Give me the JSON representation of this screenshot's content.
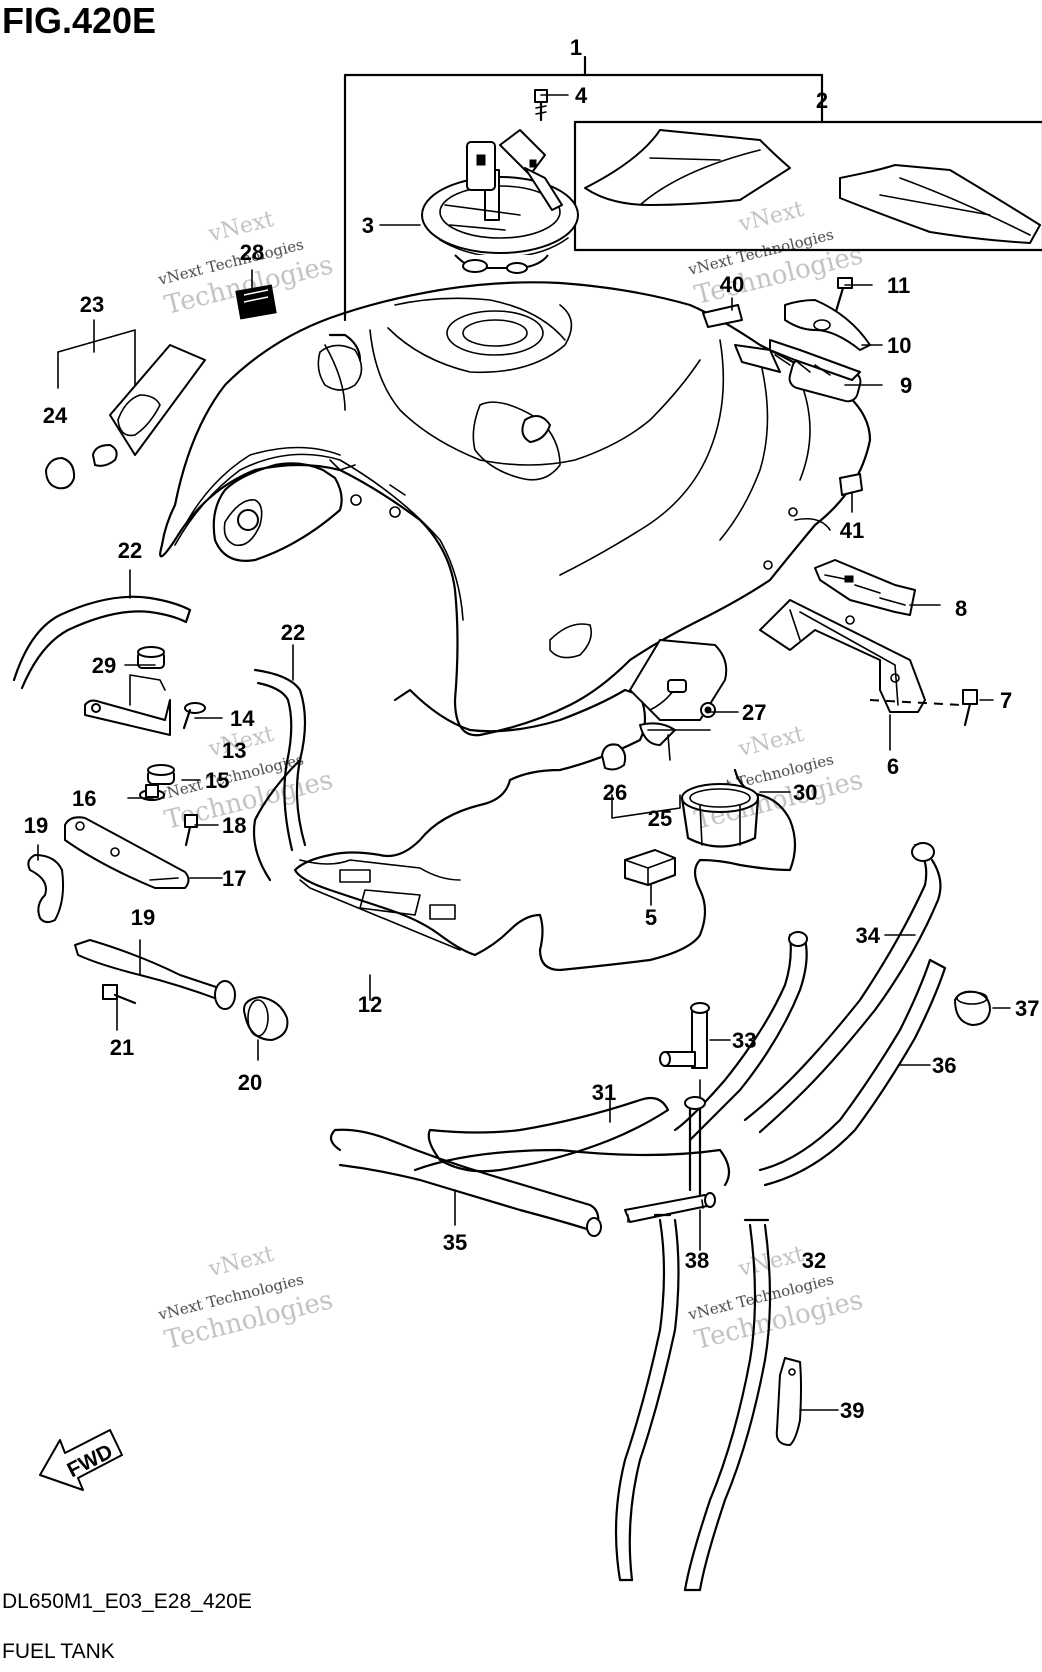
{
  "figure": {
    "title": "FIG.420E",
    "code": "DL650M1_E03_E28_420E",
    "name": "FUEL TANK"
  },
  "direction_arrow": {
    "label": "FWD"
  },
  "watermark": {
    "line1": "vNext",
    "line2": "vNext Technologies",
    "line3": "Technologies"
  },
  "parts": [
    {
      "id": "1",
      "label": "1"
    },
    {
      "id": "2",
      "label": "2"
    },
    {
      "id": "3",
      "label": "3"
    },
    {
      "id": "4",
      "label": "4"
    },
    {
      "id": "5",
      "label": "5"
    },
    {
      "id": "6",
      "label": "6"
    },
    {
      "id": "7",
      "label": "7"
    },
    {
      "id": "8",
      "label": "8"
    },
    {
      "id": "9",
      "label": "9"
    },
    {
      "id": "10",
      "label": "10"
    },
    {
      "id": "11",
      "label": "11"
    },
    {
      "id": "12",
      "label": "12"
    },
    {
      "id": "13",
      "label": "13"
    },
    {
      "id": "14",
      "label": "14"
    },
    {
      "id": "15",
      "label": "15"
    },
    {
      "id": "16",
      "label": "16"
    },
    {
      "id": "17",
      "label": "17"
    },
    {
      "id": "18",
      "label": "18"
    },
    {
      "id": "19a",
      "label": "19"
    },
    {
      "id": "19b",
      "label": "19"
    },
    {
      "id": "20",
      "label": "20"
    },
    {
      "id": "21",
      "label": "21"
    },
    {
      "id": "22a",
      "label": "22"
    },
    {
      "id": "22b",
      "label": "22"
    },
    {
      "id": "23",
      "label": "23"
    },
    {
      "id": "24",
      "label": "24"
    },
    {
      "id": "25",
      "label": "25"
    },
    {
      "id": "26",
      "label": "26"
    },
    {
      "id": "27",
      "label": "27"
    },
    {
      "id": "28",
      "label": "28"
    },
    {
      "id": "29",
      "label": "29"
    },
    {
      "id": "30",
      "label": "30"
    },
    {
      "id": "31",
      "label": "31"
    },
    {
      "id": "32",
      "label": "32"
    },
    {
      "id": "33",
      "label": "33"
    },
    {
      "id": "34",
      "label": "34"
    },
    {
      "id": "35",
      "label": "35"
    },
    {
      "id": "36",
      "label": "36"
    },
    {
      "id": "37",
      "label": "37"
    },
    {
      "id": "38",
      "label": "38"
    },
    {
      "id": "39",
      "label": "39"
    },
    {
      "id": "40",
      "label": "40"
    },
    {
      "id": "41",
      "label": "41"
    }
  ]
}
